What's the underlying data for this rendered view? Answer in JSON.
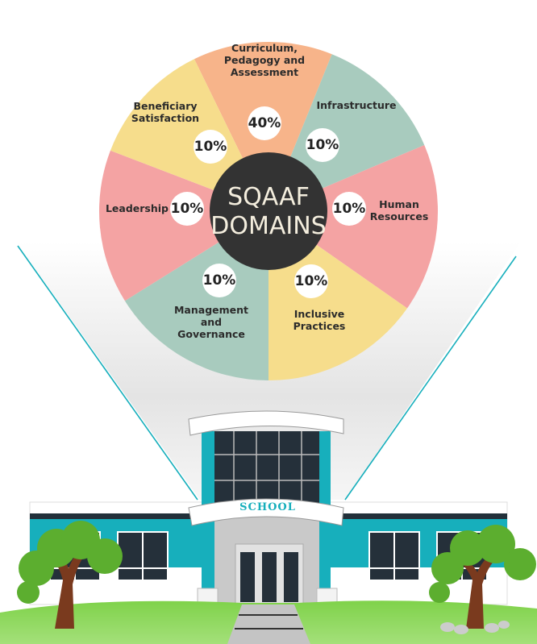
{
  "center": {
    "line1": "SQAAF",
    "line2": "DOMAINS"
  },
  "domains": [
    {
      "label_lines": [
        "Curriculum,",
        "Pedagogy and",
        "Assessment"
      ],
      "percent": "40%",
      "color": "#F7B48A"
    },
    {
      "label_lines": [
        "Infrastructure"
      ],
      "percent": "10%",
      "color": "#A8CBBE"
    },
    {
      "label_lines": [
        "Human",
        "Resources"
      ],
      "percent": "10%",
      "color": "#F4A3A3"
    },
    {
      "label_lines": [
        "Inclusive",
        "Practices"
      ],
      "percent": "10%",
      "color": "#F6DD8C"
    },
    {
      "label_lines": [
        "Management",
        "and",
        "Governance"
      ],
      "percent": "10%",
      "color": "#A8CBBE"
    },
    {
      "label_lines": [
        "Leadership"
      ],
      "percent": "10%",
      "color": "#F4A3A3"
    },
    {
      "label_lines": [
        "Beneficiary",
        "Satisfaction"
      ],
      "percent": "10%",
      "color": "#F6DD8C"
    }
  ],
  "school": {
    "sign": "SCHOOL",
    "accent": "#17AFBC"
  }
}
